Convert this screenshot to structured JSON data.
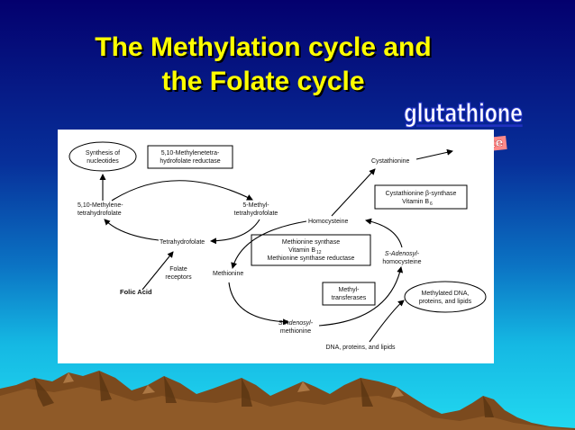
{
  "slide": {
    "title_line1": "The Methylation cycle and",
    "title_line2": "the Folate cycle",
    "glutathione": "glutathione",
    "sulfate": "Sulfate"
  },
  "diagram": {
    "synthesis_line1": "Synthesis of",
    "synthesis_line2": "nucleotides",
    "mthfr_line1": "5,10-Methylenetetra-",
    "mthfr_line2": "hydrofolate reductase",
    "methylene_line1": "5,10-Methylene-",
    "methylene_line2": "tetrahydrofolate",
    "methyl_line1": "5-Methyl-",
    "methyl_line2": "tetrahydrofolate",
    "cystathionine": "Cystathionine",
    "cbs_line1": "Cystathionine β-synthase",
    "cbs_line2": "Vitamin B",
    "cbs_sub": "6",
    "homocysteine": "Homocysteine",
    "tetrahydrofolate": "Tetrahydrofolate",
    "ms_line1": "Methionine synthase",
    "ms_line2": "Vitamin B",
    "ms_sub": "12",
    "ms_line3": "Methionine synthase reductase",
    "sah_line1": "S-Adenosyl-",
    "sah_line2": "homocysteine",
    "folate_line1": "Folate",
    "folate_line2": "receptors",
    "methionine": "Methionine",
    "folic_acid": "Folic Acid",
    "mt_line1": "Methyl-",
    "mt_line2": "transferases",
    "methylated_line1": "Methylated DNA,",
    "methylated_line2": "proteins, and lipids",
    "sam_line1": "S-Adenosyl-",
    "sam_line2": "methionine",
    "dna": "DNA, proteins, and lipids"
  }
}
